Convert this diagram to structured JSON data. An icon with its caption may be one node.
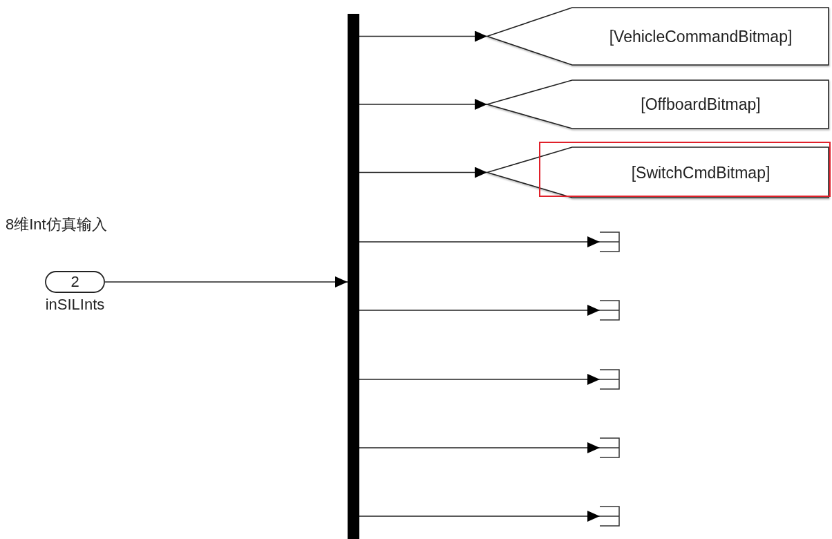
{
  "diagram": {
    "nodes": [
      {
        "text": [
          "2"
        ],
        "beside": [
          "inSILInts"
        ]
      },
      {
        "text": [],
        "shape": "bar"
      },
      {
        "text": [
          "[VehicleCommandBitmap]"
        ]
      },
      {
        "text": [
          "[OffboardBitmap]"
        ]
      },
      {
        "text": [
          "[SwitchCmdBitmap]"
        ]
      },
      {
        "text": [],
        "shape": "box"
      },
      {
        "text": [],
        "shape": "box"
      },
      {
        "text": [],
        "shape": "box"
      },
      {
        "text": [],
        "shape": "box"
      },
      {
        "text": [],
        "shape": "box"
      }
    ],
    "edges": [
      {
        "from": 0,
        "to": 1,
        "arrow": "to"
      },
      {
        "from": 1,
        "to": 2,
        "arrow": "to"
      },
      {
        "from": 1,
        "to": 3,
        "arrow": "to"
      },
      {
        "from": 1,
        "to": 4,
        "arrow": "to"
      },
      {
        "from": 1,
        "to": 5,
        "arrow": "to"
      },
      {
        "from": 1,
        "to": 6,
        "arrow": "to"
      },
      {
        "from": 1,
        "to": 7,
        "arrow": "to"
      },
      {
        "from": 1,
        "to": 8,
        "arrow": "to"
      },
      {
        "from": 1,
        "to": 9,
        "arrow": "to"
      }
    ],
    "labels": [
      "8维Int仿真输入"
    ]
  }
}
